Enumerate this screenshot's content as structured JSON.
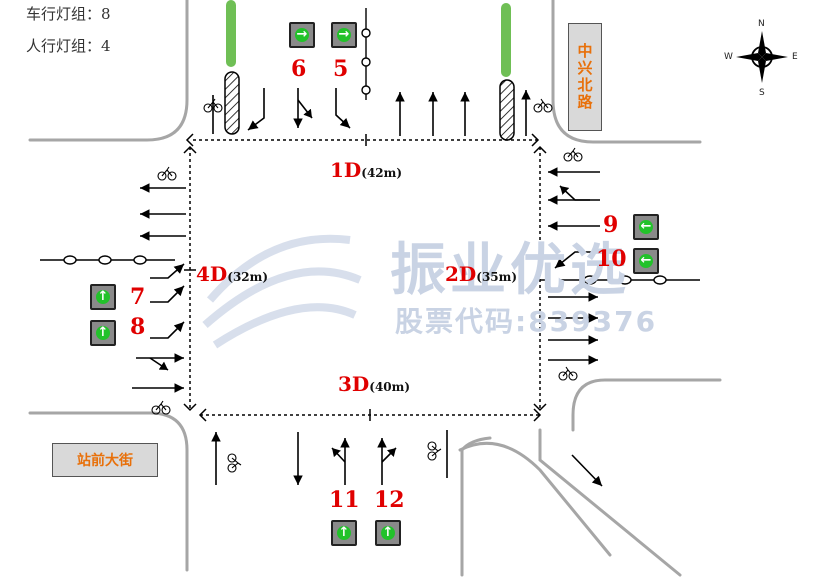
{
  "info": {
    "vehicle_groups": "车行灯组：8",
    "pedestrian_groups": "人行灯组：4"
  },
  "street_names": {
    "north_south": "中兴北路",
    "west": "站前大街"
  },
  "compass": {
    "n": "N",
    "s": "S",
    "e": "E",
    "w": "W"
  },
  "crosswalks": [
    {
      "id": "1D",
      "length": "(42m)"
    },
    {
      "id": "2D",
      "length": "(35m)"
    },
    {
      "id": "3D",
      "length": "(40m)"
    },
    {
      "id": "4D",
      "length": "(32m)"
    }
  ],
  "signals": [
    {
      "number": "5"
    },
    {
      "number": "6"
    },
    {
      "number": "7"
    },
    {
      "number": "8"
    },
    {
      "number": "9"
    },
    {
      "number": "10"
    },
    {
      "number": "11"
    },
    {
      "number": "12"
    }
  ],
  "watermark": {
    "main": "振业优选",
    "sub": "股票代码:839376"
  },
  "colors": {
    "road_edge": "#a6a6a6",
    "phase_red": "#e00000",
    "signal_green": "#22c22a",
    "median_green": "#6fbf55",
    "street_label": "#e8700a"
  }
}
